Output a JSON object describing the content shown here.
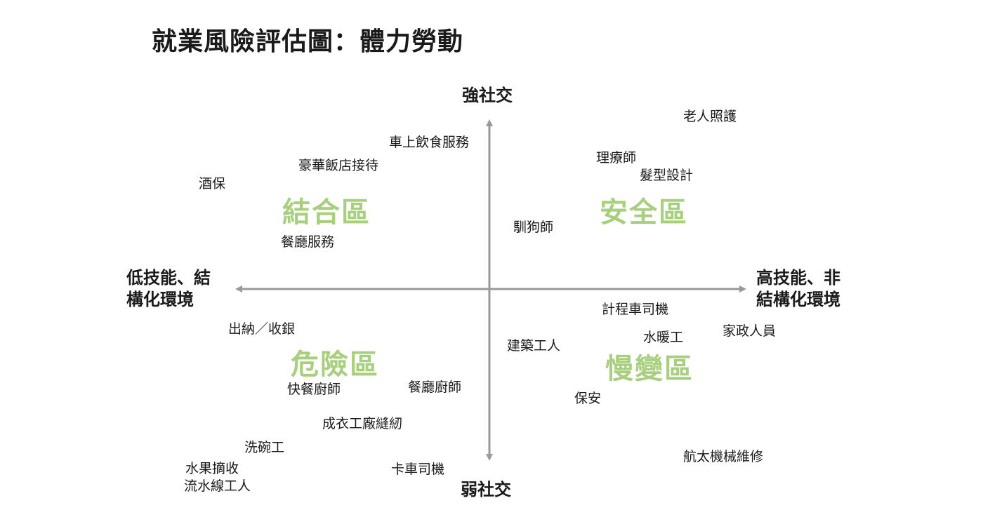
{
  "title": "就業風險評估圖：體力勞動",
  "axes": {
    "top": "強社交",
    "bottom": "弱社交",
    "left_line1": "低技能、結",
    "left_line2": "構化環境",
    "right_line1": "高技能、非",
    "right_line2": "結構化環境",
    "line_color": "#999999"
  },
  "zones": {
    "top_left": "結合區",
    "top_right": "安全區",
    "bottom_left": "危險區",
    "bottom_right": "慢變區",
    "color": "#a8cf7e"
  },
  "jobs": {
    "car_food_service": "車上飲食服務",
    "luxury_hotel_reception": "豪華飯店接待",
    "bartender": "酒保",
    "restaurant_service": "餐廳服務",
    "elderly_care": "老人照護",
    "physical_therapist": "理療師",
    "hair_design": "髮型設計",
    "dog_trainer": "馴狗師",
    "cashier": "出納／收銀",
    "fast_food_cook": "快餐廚師",
    "restaurant_chef": "餐廳廚師",
    "garment_factory_sewing": "成衣工廠縫紉",
    "dishwasher": "洗碗工",
    "fruit_picking": "水果摘收",
    "assembly_line_worker": "流水線工人",
    "truck_driver": "卡車司機",
    "taxi_driver": "計程車司機",
    "housekeeper": "家政人員",
    "plumber": "水暖工",
    "construction_worker": "建築工人",
    "security_guard": "保安",
    "aerospace_maintenance": "航太機械維修"
  }
}
